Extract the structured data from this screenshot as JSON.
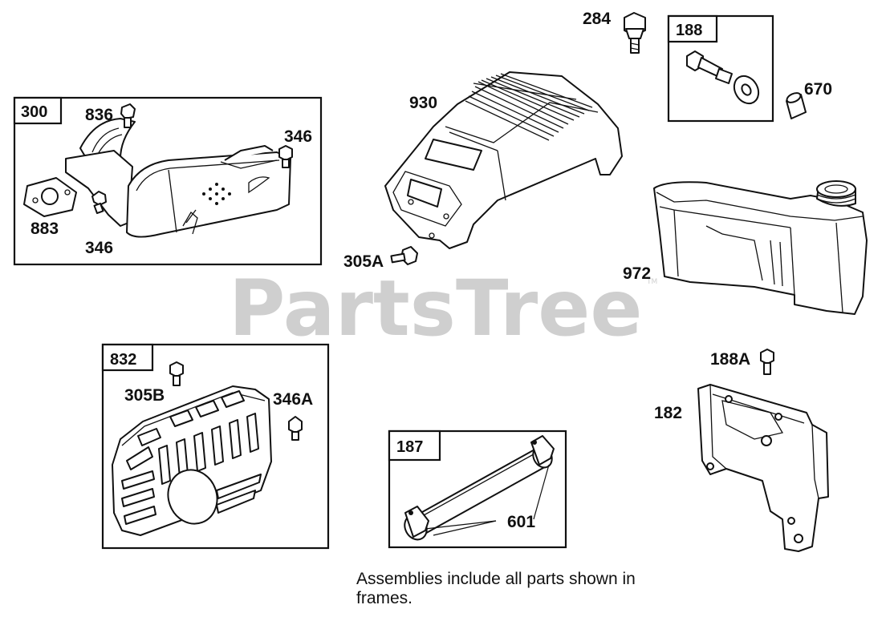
{
  "watermark": {
    "text": "PartsTree",
    "trademark": "TM"
  },
  "frames": {
    "f300": "300",
    "f188": "188",
    "f832": "832",
    "f187": "187"
  },
  "labels": {
    "l284": "284",
    "l670": "670",
    "l930": "930",
    "l836": "836",
    "l346a": "346",
    "l883": "883",
    "l346b": "346",
    "l305A": "305A",
    "l972": "972",
    "l188A": "188A",
    "l305B": "305B",
    "l346A": "346A",
    "l182": "182",
    "l601": "601"
  },
  "note": {
    "line1": "Assemblies include all parts shown in",
    "line2": "frames."
  }
}
